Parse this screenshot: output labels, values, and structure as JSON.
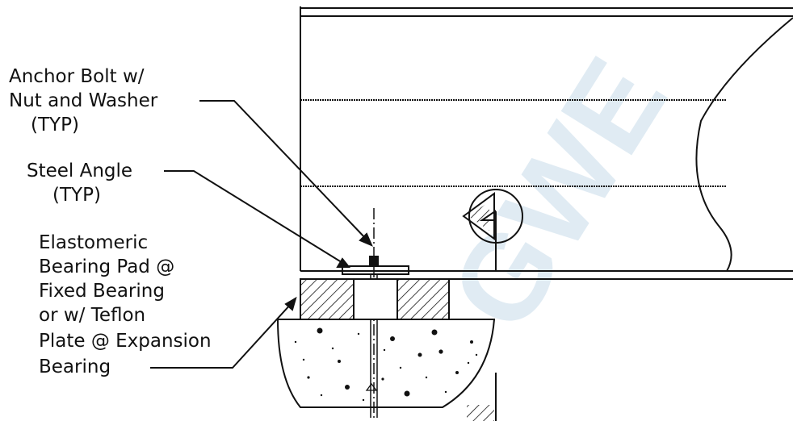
{
  "labels": {
    "anchor_bolt": [
      "Anchor Bolt w/",
      "Nut and Washer",
      "(TYP)"
    ],
    "steel_angle": [
      "Steel Angle",
      "(TYP)"
    ],
    "bearing_pad": [
      "Elastomeric",
      "Bearing Pad @",
      "Fixed Bearing",
      "or w/ Teflon",
      "Plate @ Expansion",
      "Bearing"
    ]
  },
  "watermark": "GWE",
  "colors": {
    "line": "#111111",
    "watermark": "#a8c8de"
  }
}
